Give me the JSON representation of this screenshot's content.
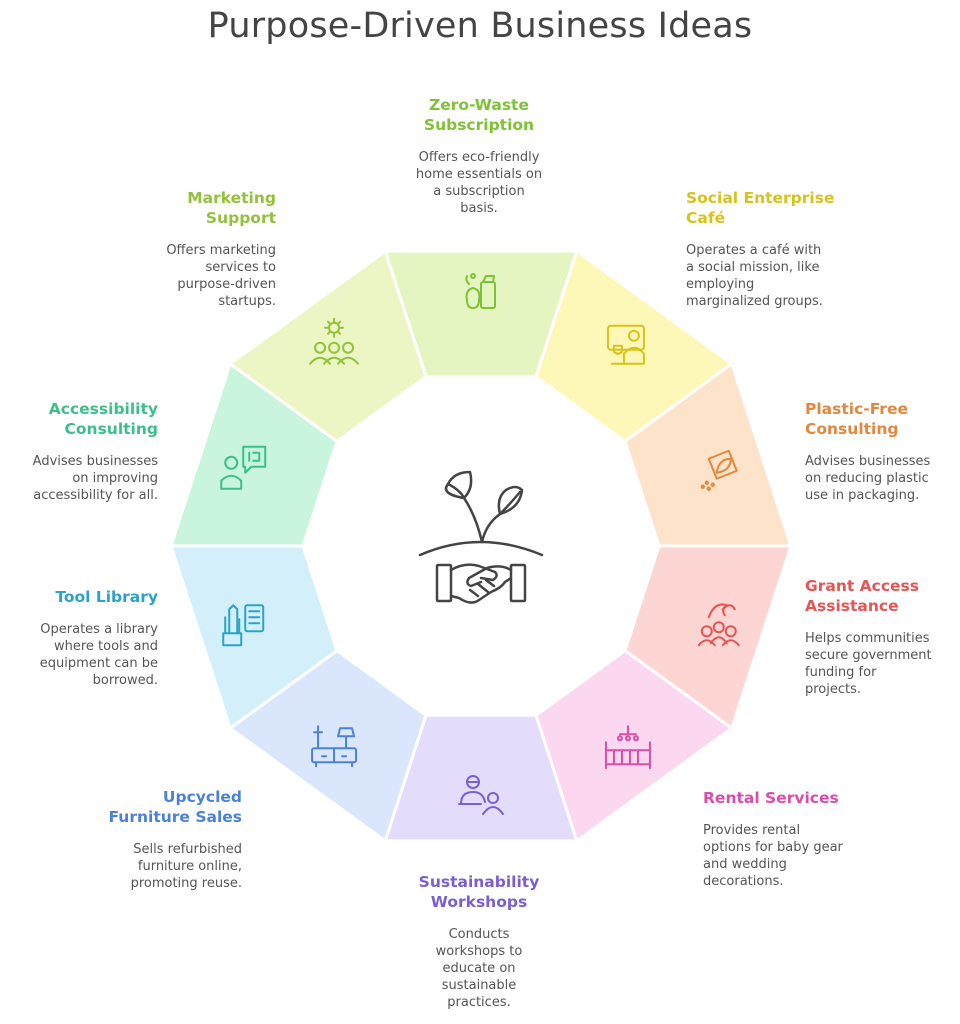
{
  "title": "Purpose-Driven Business Ideas",
  "segments": [
    {
      "key": "zero-waste-subscription",
      "name": "Zero-Waste\nSubscription",
      "description": "Offers eco-friendly\nhome essentials on\na subscription\nbasis.",
      "color": "#7fc234",
      "fill": "#e5f5c2",
      "icon": "grocery-bag-icon"
    },
    {
      "key": "social-enterprise-cafe",
      "name": "Social Enterprise\nCafé",
      "description": "Operates a café with\na social mission, like\nemploying\nmarginalized groups.",
      "color": "#d9c31a",
      "fill": "#fdf7b8",
      "icon": "cafe-worker-icon"
    },
    {
      "key": "plastic-free-consulting",
      "name": "Plastic-Free\nConsulting",
      "description": "Advises businesses\non reducing plastic\nuse in packaging.",
      "color": "#e2883e",
      "fill": "#fde3c9",
      "icon": "leaf-package-icon"
    },
    {
      "key": "grant-access-assistance",
      "name": "Grant Access\nAssistance",
      "description": "Helps communities\nsecure government\nfunding for\nprojects.",
      "color": "#e45555",
      "fill": "#fdd6d3",
      "icon": "community-funding-icon"
    },
    {
      "key": "rental-services",
      "name": "Rental Services",
      "description": "Provides rental\noptions for baby gear\nand wedding\ndecorations.",
      "color": "#d94ea8",
      "fill": "#fbd7f0",
      "icon": "baby-crib-icon"
    },
    {
      "key": "sustainability-workshops",
      "name": "Sustainability\nWorkshops",
      "description": "Conducts\nworkshops to\neducate on\nsustainable\npractices.",
      "color": "#7b5ed6",
      "fill": "#e4dcfb",
      "icon": "workshop-teacher-icon"
    },
    {
      "key": "upcycled-furniture-sales",
      "name": "Upcycled\nFurniture Sales",
      "description": "Sells refurbished\nfurniture online,\npromoting reuse.",
      "color": "#4b82d8",
      "fill": "#d9e6fc",
      "icon": "furniture-lamp-icon"
    },
    {
      "key": "tool-library",
      "name": "Tool Library",
      "description": "Operates a library\nwhere tools and\nequipment can be\nborrowed.",
      "color": "#2aa3c8",
      "fill": "#d3f0fa",
      "icon": "tool-catalog-icon"
    },
    {
      "key": "accessibility-consulting",
      "name": "Accessibility\nConsulting",
      "description": "Advises businesses\non improving\naccessibility for all.",
      "color": "#3cbf8a",
      "fill": "#c9f4de",
      "icon": "consultant-chat-icon"
    },
    {
      "key": "marketing-support",
      "name": "Marketing\nSupport",
      "description": "Offers marketing\nservices to\npurpose-driven\nstartups.",
      "color": "#93c23a",
      "fill": "#ebf6c4",
      "icon": "team-gear-icon"
    }
  ],
  "center_icon": "handshake-plant-icon",
  "icon_stroke": "#444444"
}
